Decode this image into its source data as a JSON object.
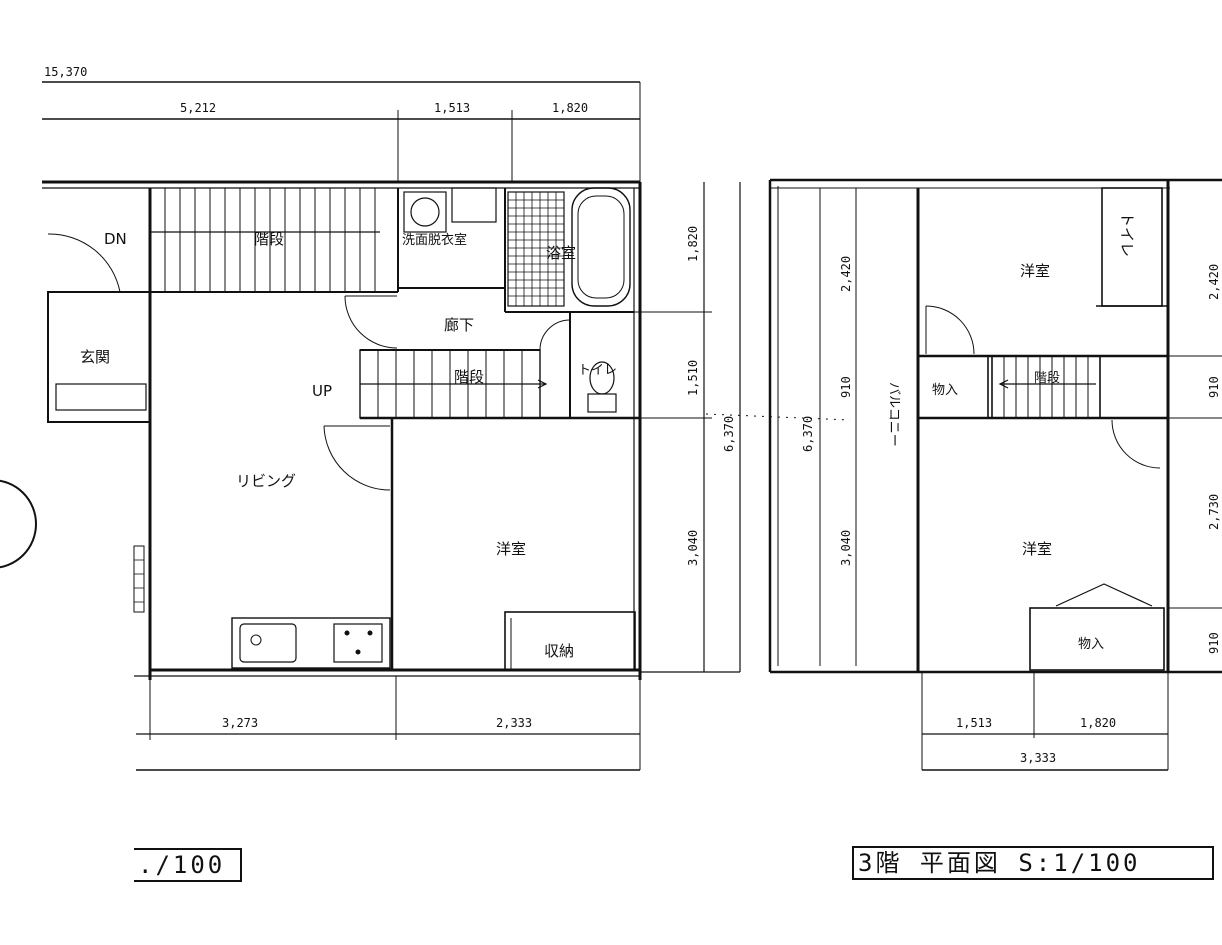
{
  "titles": {
    "floor2": "./100",
    "floor3": "3階 平面図 S:1/100"
  },
  "dimensions": {
    "overall_width": "15,370",
    "top_a": "5,212",
    "top_b": "1,513",
    "top_c": "1,820",
    "right_a": "1,820",
    "right_b": "1,510",
    "right_c": "3,040",
    "right_total": "6,370",
    "bottom_a": "3,273",
    "bottom_b": "2,333",
    "f3_left_a": "2,420",
    "f3_left_b": "910",
    "f3_left_c": "3,040",
    "f3_total": "6,370",
    "f3_bottom_a": "1,513",
    "f3_bottom_b": "1,820",
    "f3_bottom_total": "3,333",
    "f3_right_a": "2,420",
    "f3_right_b": "910",
    "f3_right_c": "2,730",
    "f3_right_d": "910"
  },
  "rooms": {
    "stairs_top": "階段",
    "down": "DN",
    "washroom": "洗面脱衣室",
    "bath": "浴室",
    "corridor": "廊下",
    "entrance": "玄関",
    "up": "UP",
    "stairs_mid": "階段",
    "toilet": "トイレ",
    "living": "リビング",
    "western_room": "洋室",
    "closet": "収納",
    "f3_western_top": "洋室",
    "f3_toilet": "トイレ",
    "f3_closet_a": "物入",
    "f3_stairs": "階段",
    "f3_balcony": "バルコニー",
    "f3_western_bottom": "洋室",
    "f3_closet_b": "物入"
  }
}
